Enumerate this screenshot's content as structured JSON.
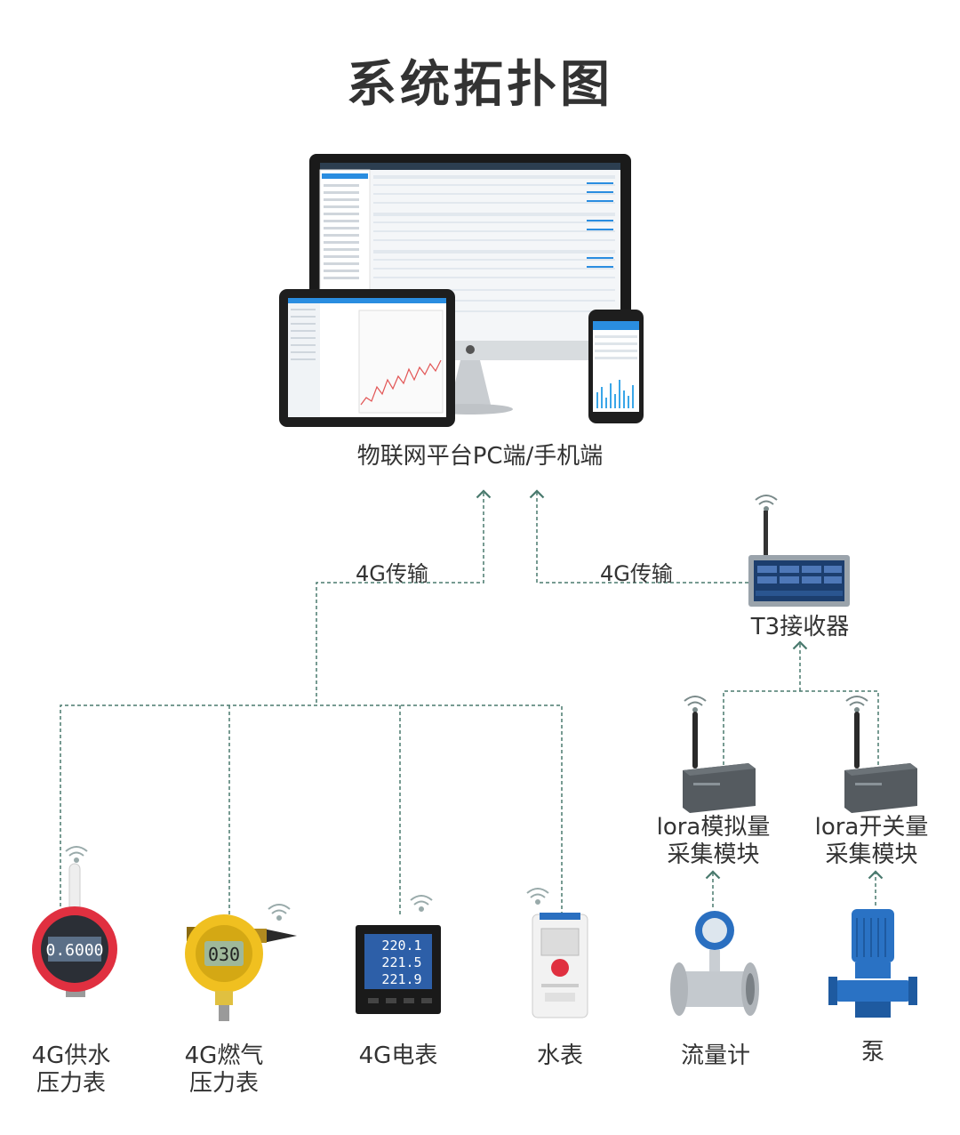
{
  "title": "系统拓扑图",
  "platform": {
    "label": "物联网平台PC端/手机端"
  },
  "links": {
    "left_label": "4G传输",
    "right_label": "4G传输"
  },
  "receiver": {
    "label": "T3接收器"
  },
  "lora_modules": [
    {
      "label": "lora模拟量\n采集模块"
    },
    {
      "label": "lora开关量\n采集模块"
    }
  ],
  "devices": [
    {
      "label": "4G供水\n压力表",
      "icon": "pressure-gauge-red-icon",
      "reading": "0.6000"
    },
    {
      "label": "4G燃气\n压力表",
      "icon": "pressure-gauge-yellow-icon",
      "reading": "030"
    },
    {
      "label": "4G电表",
      "icon": "electric-meter-icon",
      "readings": [
        "220.1",
        "221.5",
        "221.9"
      ]
    },
    {
      "label": "水表",
      "icon": "water-meter-icon"
    },
    {
      "label": "流量计",
      "icon": "flowmeter-icon"
    },
    {
      "label": "泵",
      "icon": "pump-icon"
    }
  ],
  "colors": {
    "link": "#4a7a6e",
    "text": "#333333",
    "screen_blue": "#2a8de0",
    "accent_red": "#e03040",
    "accent_yellow": "#f0c020"
  }
}
